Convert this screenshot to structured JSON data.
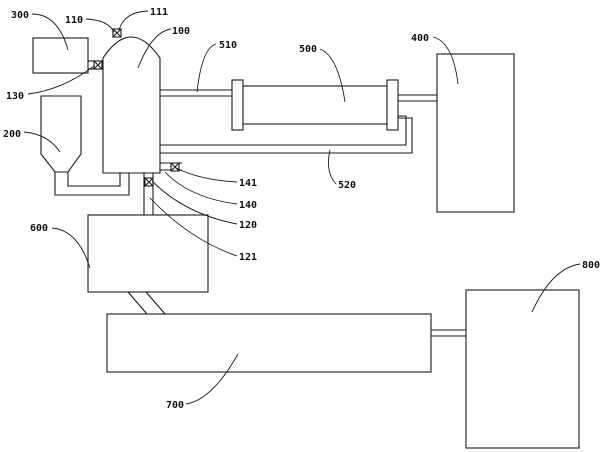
{
  "labels": {
    "c111": "111",
    "c110": "110",
    "c300": "300",
    "c100": "100",
    "c510": "510",
    "c500": "500",
    "c400": "400",
    "c130": "130",
    "c200": "200",
    "c141": "141",
    "c140": "140",
    "c520": "520",
    "c120": "120",
    "c121": "121",
    "c600": "600",
    "c800": "800",
    "c700": "700"
  }
}
